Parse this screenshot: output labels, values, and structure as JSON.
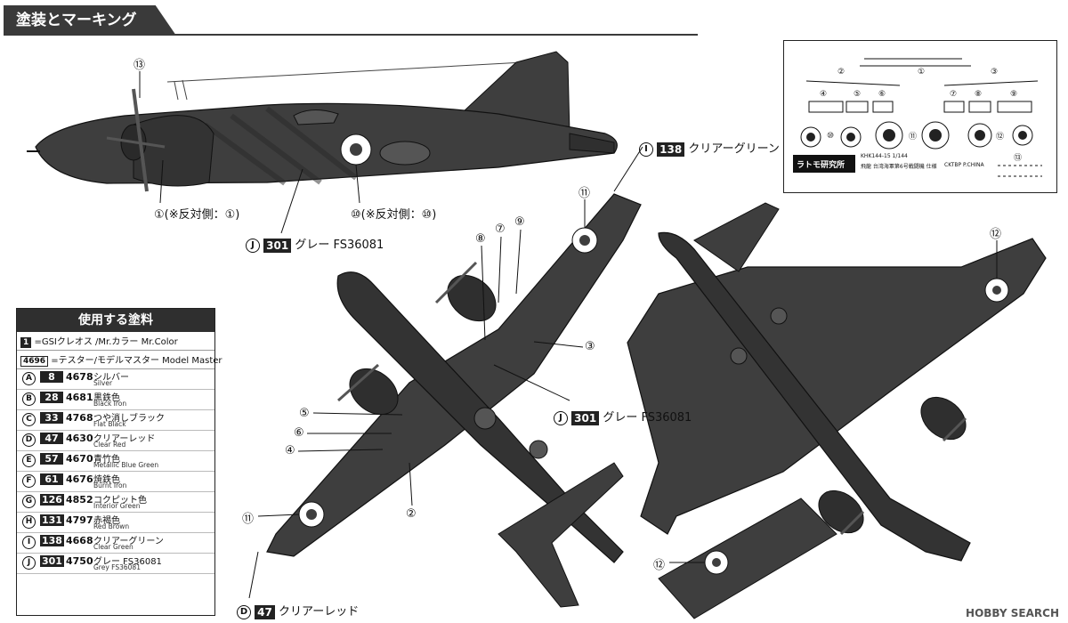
{
  "page": {
    "title": "塗装とマーキング"
  },
  "callouts": {
    "c13_side": "⑬",
    "c1_side": "①(※反対側：①)",
    "c10_side": "⑩(※反対側：⑩)",
    "c11_top": "⑪",
    "c9": "⑨",
    "c7": "⑦",
    "c8": "⑧",
    "c3": "③",
    "c5": "⑤",
    "c6": "⑥",
    "c4": "④",
    "c2": "②",
    "c11_wing": "⑪",
    "c12_top": "⑫",
    "c12_bottom": "⑫"
  },
  "paint_callouts": {
    "i_letter": "I",
    "i_num": "138",
    "i_name": "クリアーグリーン",
    "j1_letter": "J",
    "j1_num": "301",
    "j1_name": "グレー FS36081",
    "j2_letter": "J",
    "j2_num": "301",
    "j2_name": "グレー FS36081",
    "d_letter": "D",
    "d_num": "47",
    "d_name": "クリアーレッド"
  },
  "legend": {
    "title": "使用する塗料",
    "key1_num": "1",
    "key1_text": "=GSIクレオス /Mr.カラー Mr.Color",
    "key2_num": "4696",
    "key2_text": "=テスター/モデルマスター Model Master",
    "rows": [
      {
        "letter": "A",
        "mr": "8",
        "mm": "4678",
        "jp": "シルバー",
        "en": "Silver"
      },
      {
        "letter": "B",
        "mr": "28",
        "mm": "4681",
        "jp": "黒鉄色",
        "en": "Black Iron"
      },
      {
        "letter": "C",
        "mr": "33",
        "mm": "4768",
        "jp": "つや消しブラック",
        "en": "Flat Black"
      },
      {
        "letter": "D",
        "mr": "47",
        "mm": "4630",
        "jp": "クリアーレッド",
        "en": "Clear Red"
      },
      {
        "letter": "E",
        "mr": "57",
        "mm": "4670",
        "jp": "青竹色",
        "en": "Metallic Blue Green"
      },
      {
        "letter": "F",
        "mr": "61",
        "mm": "4676",
        "jp": "焼鉄色",
        "en": "Burnt Iron"
      },
      {
        "letter": "G",
        "mr": "126",
        "mm": "4852",
        "jp": "コクピット色",
        "en": "Interior Green"
      },
      {
        "letter": "H",
        "mr": "131",
        "mm": "4797",
        "jp": "赤褐色",
        "en": "Red Brown"
      },
      {
        "letter": "I",
        "mr": "138",
        "mm": "4668",
        "jp": "クリアーグリーン",
        "en": "Clear Green"
      },
      {
        "letter": "J",
        "mr": "301",
        "mm": "4750",
        "jp": "グレー FS36081",
        "en": "Grey FS36081"
      }
    ]
  },
  "decal_sheet": {
    "n1": "①",
    "n2": "②",
    "n3": "③",
    "n4": "④",
    "n5": "⑤",
    "n6": "⑥",
    "n7": "⑦",
    "n8": "⑧",
    "n9": "⑨",
    "n10": "⑩",
    "n11": "⑪",
    "n12": "⑫",
    "n13": "⑬",
    "code": "KHK144-15  1/144",
    "brand": "ラトモ研究所",
    "caption": "飛龍 台湾海軍第6号戦闘機 仕様",
    "made": "CKTBP  P.CHINA"
  },
  "watermark": {
    "text": "HOBBY SEARCH"
  },
  "colors": {
    "aircraft": "#3e3e3e",
    "aircraft_dark": "#262626",
    "title_bg": "#3a3a3a"
  }
}
